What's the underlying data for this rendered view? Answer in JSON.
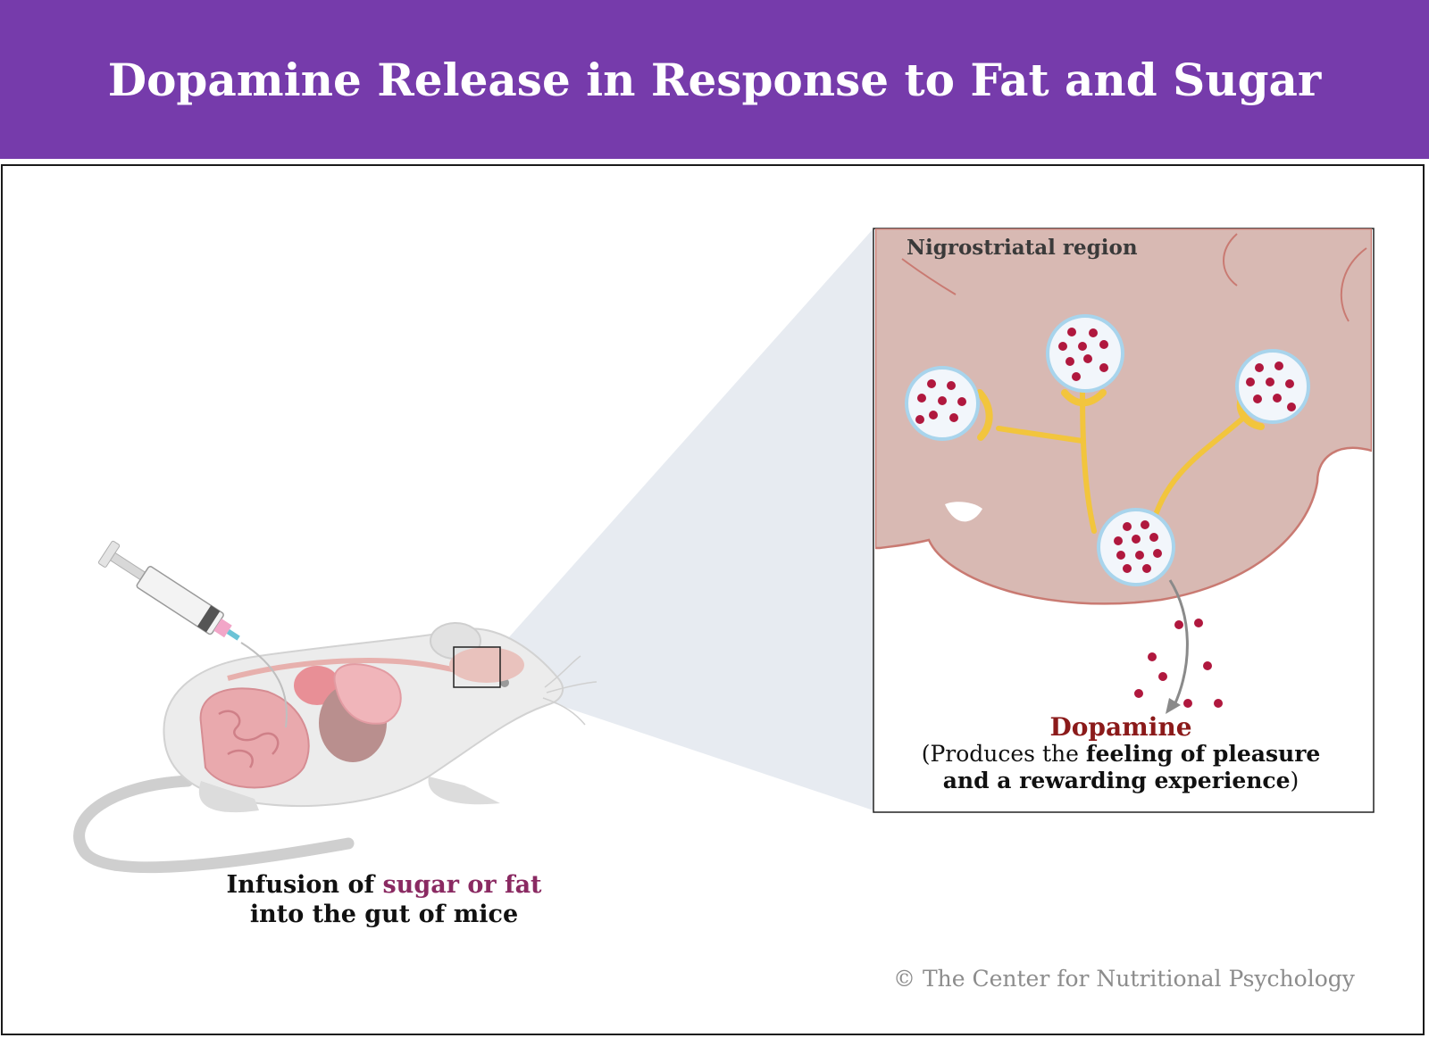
{
  "title": "Dopamine Release in Response to Fat and Sugar",
  "inset": {
    "region_label": "Nigrostriatal region"
  },
  "dopamine": {
    "label": "Dopamine",
    "paren_open": "(",
    "desc_plain_1": "Produces the ",
    "desc_bold_1": "feeling of pleasure",
    "desc_bold_2": "and a rewarding experience",
    "paren_close": ")"
  },
  "caption": {
    "prefix": "Infusion of ",
    "accent": "sugar or fat",
    "line2": "into the gut of mice"
  },
  "copyright": "© The Center for Nutritional Psychology",
  "colors": {
    "header_bg": "#763bab",
    "accent_text": "#8a2a62",
    "dopamine_text": "#8b1a1a",
    "neuron_yellow": "#f2c53d",
    "vesicle_red": "#b0183e",
    "brain_tissue": "#d8b9b3"
  }
}
